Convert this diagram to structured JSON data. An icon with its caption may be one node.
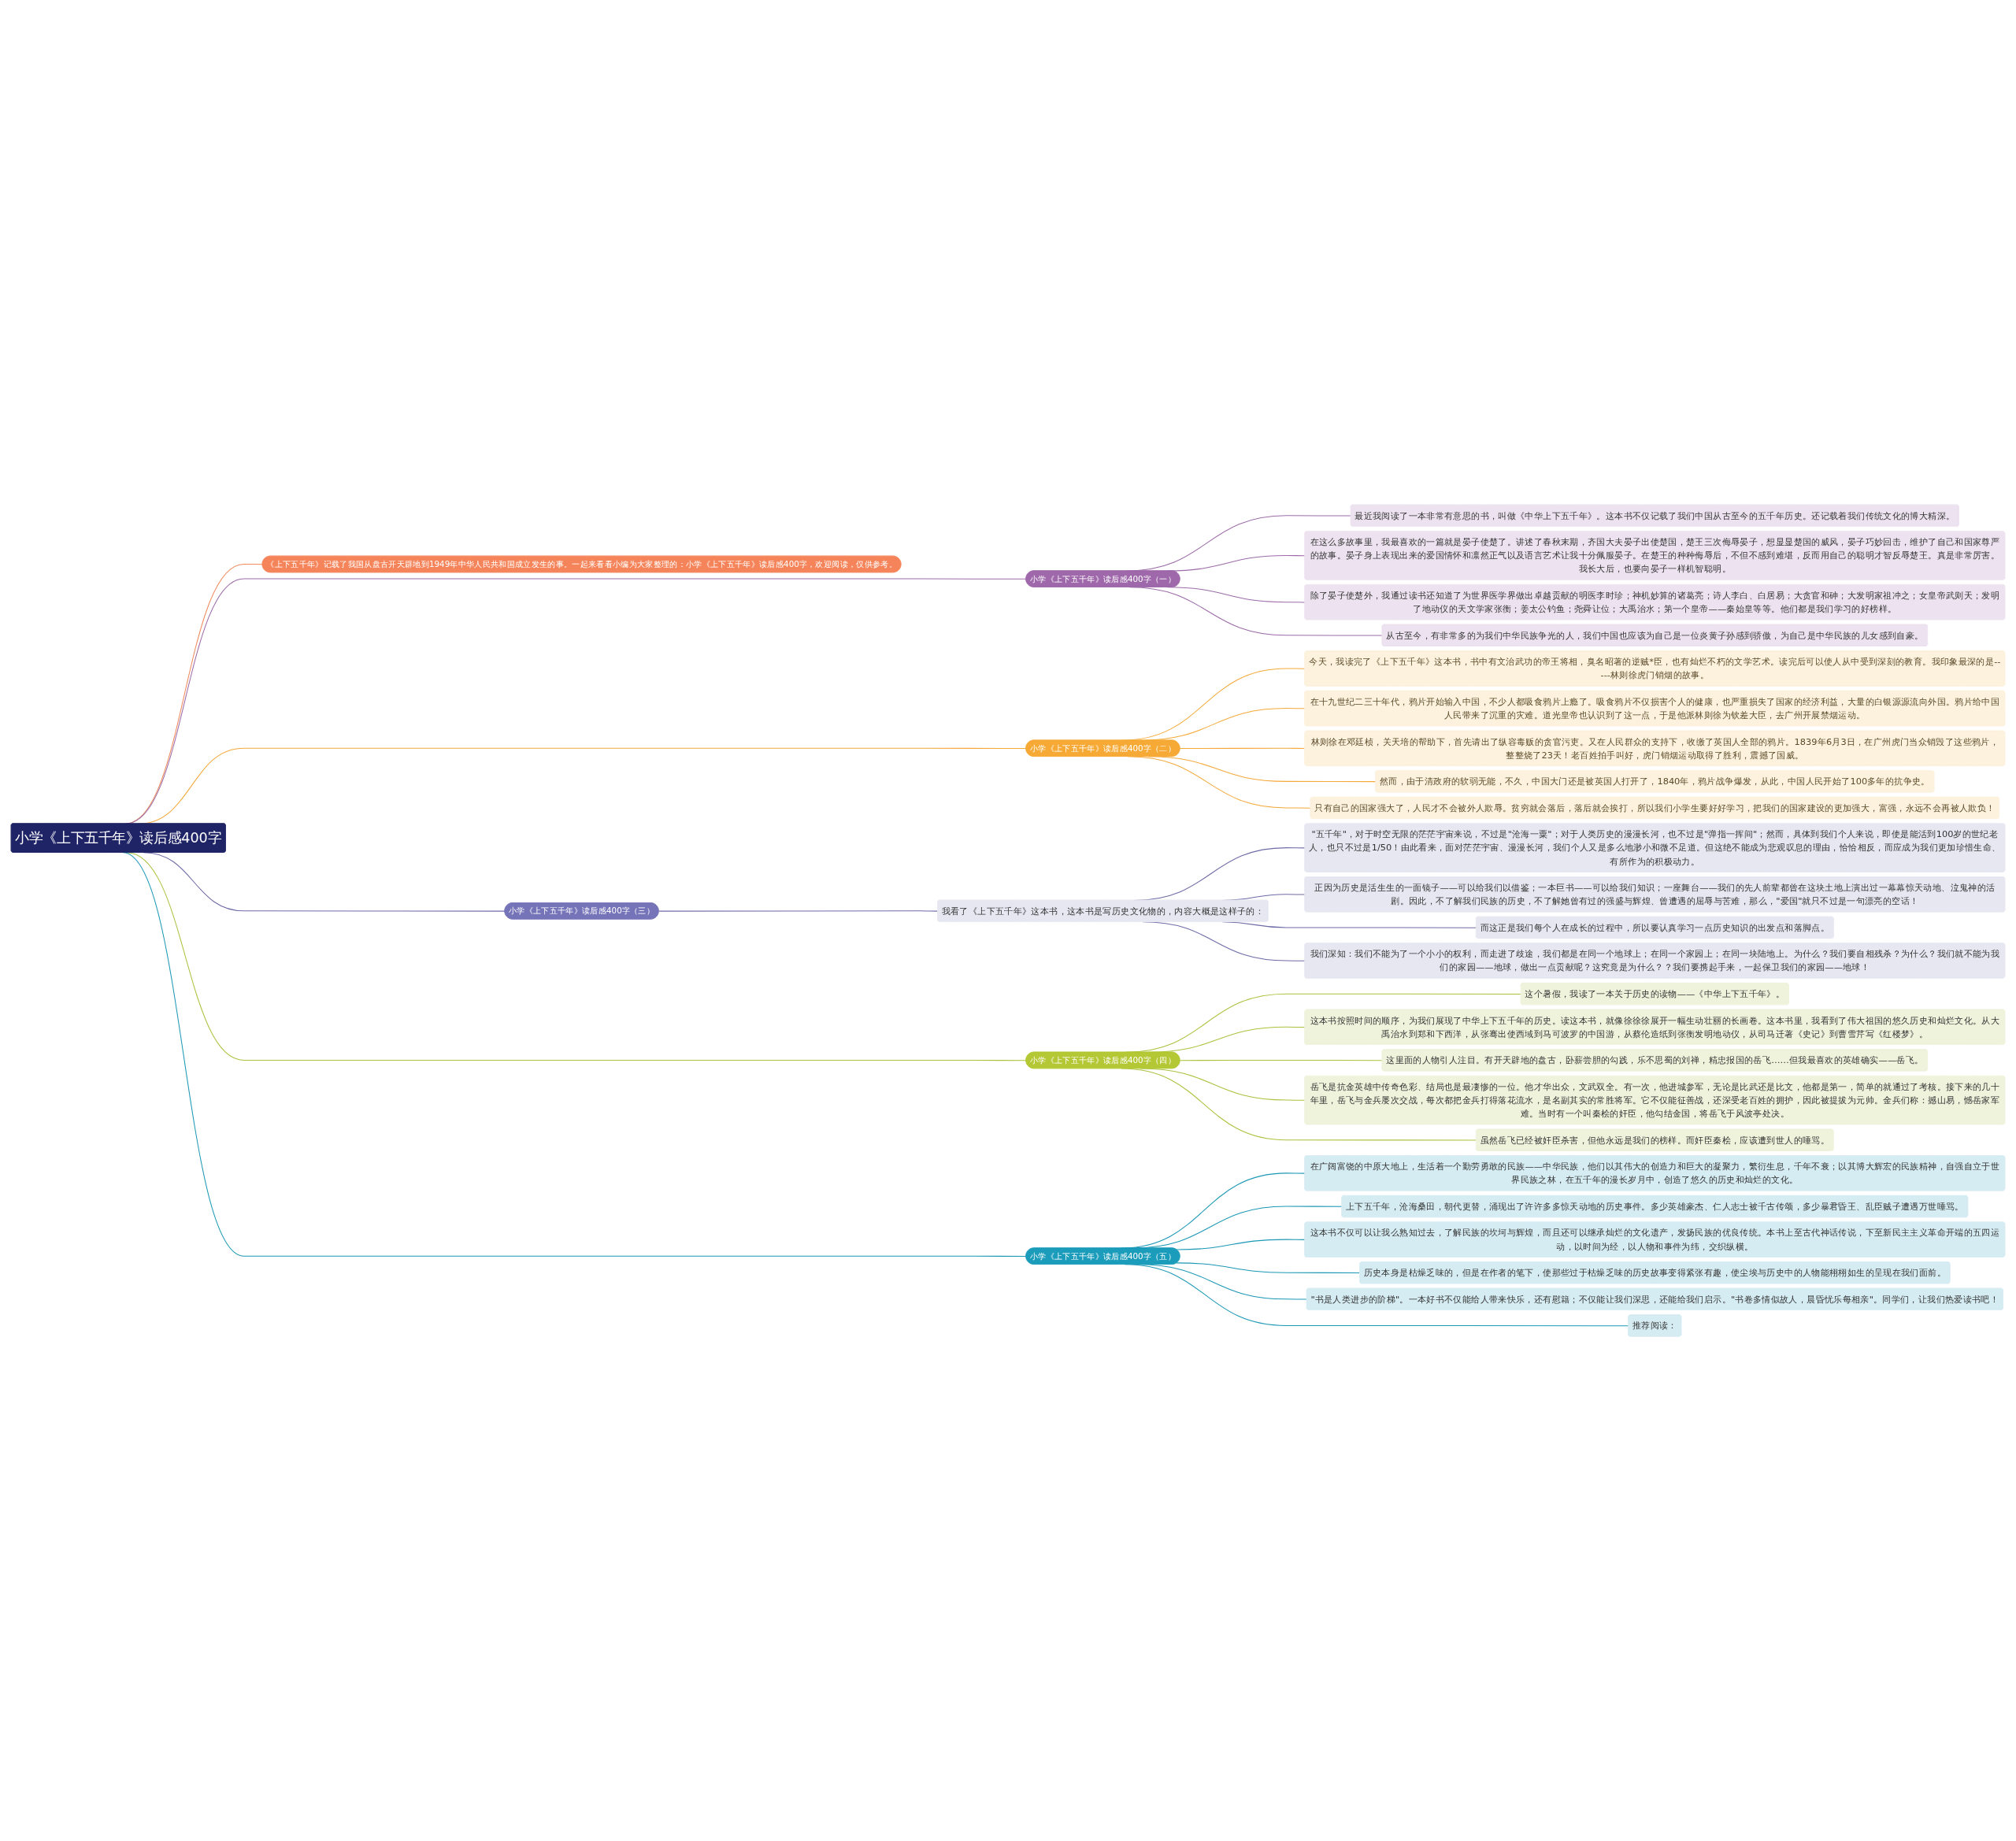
{
  "diagram": {
    "nodes": [
      {
        "text": [
          "小学《上下五千年》读后感400字"
        ]
      },
      {
        "text": [
          "《上下五千年》记载了我国从盘古开天辟地到1949年中华人民共和国成立发生的事。一起来看看小编为大家整理的：小学《上下五千年》读后感400字，欢迎阅读，仅供参考。"
        ]
      },
      {
        "text": [
          "小学《上下五千年》读后感400字（一）"
        ]
      },
      {
        "text": [
          "最近我阅读了一本非常有意思的书，叫做《中华上下五千年》。这本书不仅记载了我们中国从古至今的五千年历史。还记载着我们传统文化的博大精深。"
        ]
      },
      {
        "text": [
          "在这么多故事里，我最喜欢的一篇就是晏子使楚了。讲述了春秋末期，齐国大夫晏子出使楚国，楚王三次侮辱晏子，想显显楚国的威风，晏子巧妙回击，维护了自己和国家尊严的故事。晏子身上表现出来的爱国情怀和凛然正气以及语言艺术让我十分佩服晏子。在楚王的种种侮辱后，不但不感到难堪，反而用自己的聪明才智反辱楚王。真是非常厉害。我长大后，也要向晏子一样机智聪明。"
        ]
      },
      {
        "text": [
          "除了晏子使楚外，我通过读书还知道了为世界医学界做出卓越贡献的明医李时珍；神机妙算的诸葛亮；诗人李白、白居易；大贪官和砷；大发明家祖冲之；女皇帝武则天；发明了地动仪的天文学家张衡；姜太公钓鱼；尧舜让位；大禹治水；第一个皇帝——秦始皇等等。他们都是我们学习的好榜样。"
        ]
      },
      {
        "text": [
          "从古至今，有非常多的为我们中华民族争光的人，我们中国也应该为自己是一位炎黄子孙感到骄傲，为自己是中华民族的儿女感到自豪。"
        ]
      },
      {
        "text": [
          "小学《上下五千年》读后感400字（二）"
        ]
      },
      {
        "text": [
          "今天，我读完了《上下五千年》这本书，书中有文治武功的帝王将相，臭名昭著的逆贼*臣，也有灿烂不朽的文学艺术。读完后可以使人从中受到深刻的教育。我印象最深的是-----林则徐虎门销烟的故事。"
        ]
      },
      {
        "text": [
          "在十九世纪二三十年代，鸦片开始输入中国，不少人都吸食鸦片上瘾了。吸食鸦片不仅损害个人的健康，也严重损失了国家的经济利益，大量的白银源源流向外国。鸦片给中国人民带来了沉重的灾难。道光皇帝也认识到了这一点，于是他派林则徐为钦差大臣，去广州开展禁烟运动。"
        ]
      },
      {
        "text": [
          "林则徐在邓廷桢，关天培的帮助下，首先请出了纵容毒贩的贪官污吏。又在人民群众的支持下，收缴了英国人全部的鸦片。1839年6月3日，在广州虎门当众销毁了这些鸦片，整整烧了23天！老百姓拍手叫好，虎门销烟运动取得了胜利，震撼了国威。"
        ]
      },
      {
        "text": [
          "然而，由于清政府的软弱无能，不久，中国大门还是被英国人打开了，1840年，鸦片战争爆发，从此，中国人民开始了100多年的抗争史。"
        ]
      },
      {
        "text": [
          "只有自己的国家强大了，人民才不会被外人欺辱。贫穷就会落后，落后就会挨打，所以我们小学生要好好学习，把我们的国家建设的更加强大，富强，永远不会再被人欺负！"
        ]
      },
      {
        "text": [
          "小学《上下五千年》读后感400字（三）"
        ]
      },
      {
        "text": [
          "我看了《上下五千年》这本书，这本书是写历史文化物的，内容大概是这样子的："
        ]
      },
      {
        "text": [
          "\"五千年\"，对于时空无限的茫茫宇宙来说，不过是\"沧海一粟\"；对于人类历史的漫漫长河，也不过是\"弹指一挥间\"；然而，具体到我们个人来说，即使是能活到100岁的世纪老人，也只不过是1/50！由此看来，面对茫茫宇宙、漫漫长河，我们个人又是多么地渺小和微不足道。但这绝不能成为悲观叹息的理由，恰恰相反，而应成为我们更加珍惜生命、有所作为的积极动力。"
        ]
      },
      {
        "text": [
          "正因为历史是活生生的一面镜子——可以给我们以借鉴；一本巨书——可以给我们知识；一座舞台——我们的先人前辈都曾在这块土地上演出过一幕幕惊天动地、泣鬼神的活剧。因此，不了解我们民族的历史，不了解她曾有过的强盛与辉煌、曾遭遇的屈辱与苦难，那么，\"爱国\"就只不过是一句漂亮的空话！"
        ]
      },
      {
        "text": [
          "而这正是我们每个人在成长的过程中，所以要认真学习一点历史知识的出发点和落脚点。"
        ]
      },
      {
        "text": [
          "我们深知：我们不能为了一个小小的权利，而走进了歧途，我们都是在同一个地球上；在同一个家园上；在同一块陆地上。为什么？我们要自相残杀？为什么？我们就不能为我们的家园——地球，做出一点贡献呢？这究竟是为什么？？我们要携起手来，一起保卫我们的家园——地球！"
        ]
      },
      {
        "text": [
          "小学《上下五千年》读后感400字（四）"
        ]
      },
      {
        "text": [
          "这个暑假，我读了一本关于历史的读物——《中华上下五千年》。"
        ]
      },
      {
        "text": [
          "这本书按照时间的顺序，为我们展现了中华上下五千年的历史。读这本书，就像徐徐徐展开一幅生动壮丽的长画卷。这本书里，我看到了伟大祖国的悠久历史和灿烂文化。从大禹治水到郑和下西洋，从张骞出使西域到马可波罗的中国游，从蔡伦造纸到张衡发明地动仪，从司马迁著《史记》到曹雪芹写《红楼梦》。"
        ]
      },
      {
        "text": [
          "这里面的人物引人注目。有开天辟地的盘古，卧薪尝胆的勾践，乐不思蜀的刘禅，精忠报国的岳飞……但我最喜欢的英雄确实——岳飞。"
        ]
      },
      {
        "text": [
          "岳飞是抗金英雄中传奇色彩、结局也是最凄惨的一位。他才华出众，文武双全。有一次，他进城参军，无论是比武还是比文，他都是第一，简单的就通过了考核。接下来的几十年里，岳飞与金兵屡次交战，每次都把金兵打得落花流水，是名副其实的常胜将军。它不仅能征善战，还深受老百姓的拥护，因此被提拔为元帅。金兵们称：撼山易，憾岳家军难。当时有一个叫秦桧的奸臣，他勾结金国，将岳飞于风波亭处决。"
        ]
      },
      {
        "text": [
          "虽然岳飞已经被奸臣杀害，但他永远是我们的榜样。而奸臣秦桧，应该遭到世人的唾骂。"
        ]
      },
      {
        "text": [
          "小学《上下五千年》读后感400字（五）"
        ]
      },
      {
        "text": [
          "在广阔富饶的中原大地上，生活着一个勤劳勇敢的民族——中华民族，他们以其伟大的创造力和巨大的凝聚力，繁衍生息，千年不衰；以其博大辉宏的民族精神，自强自立于世界民族之林，在五千年的漫长岁月中，创造了悠久的历史和灿烂的文化。"
        ]
      },
      {
        "text": [
          "上下五千年，沧海桑田，朝代更替，涌现出了许许多多惊天动地的历史事件。多少英雄豪杰、仁人志士被千古传颂，多少暴君昏王、乱臣贼子遭遇万世唾骂。"
        ]
      },
      {
        "text": [
          "这本书不仅可以让我么熟知过去，了解民族的坎坷与辉煌，而且还可以继承灿烂的文化遗产，发扬民族的优良传统。本书上至古代神话传说，下至新民主主义革命开端的五四运动，以时间为经，以人物和事件为纬，交织纵横。"
        ]
      },
      {
        "text": [
          "历史本身是枯燥乏味的，但是在作者的笔下，使那些过于枯燥乏味的历史故事变得紧张有趣，使尘埃与历史中的人物能栩栩如生的呈现在我们面前。"
        ]
      },
      {
        "text": [
          "\"书是人类进步的阶梯\"。一本好书不仅能给人带来快乐，还有慰籍；不仅能让我们深思，还能给我们启示。\"书卷多情似故人，晨昏忧乐每相亲\"。同学们，让我们热爱读书吧！"
        ]
      },
      {
        "text": [
          "推荐阅读："
        ]
      }
    ],
    "edges": [
      {
        "from": 0,
        "to": 1,
        "arrow": "none",
        "color": "#f08a5d"
      },
      {
        "from": 0,
        "to": 2,
        "arrow": "none",
        "color": "#9c6ba8"
      },
      {
        "from": 2,
        "to": 3,
        "arrow": "none",
        "color": "#9c6ba8"
      },
      {
        "from": 2,
        "to": 4,
        "arrow": "none",
        "color": "#9c6ba8"
      },
      {
        "from": 2,
        "to": 5,
        "arrow": "none",
        "color": "#9c6ba8"
      },
      {
        "from": 2,
        "to": 6,
        "arrow": "none",
        "color": "#9c6ba8"
      },
      {
        "from": 0,
        "to": 7,
        "arrow": "none",
        "color": "#f4a93a"
      },
      {
        "from": 7,
        "to": 8,
        "arrow": "none",
        "color": "#f4a93a"
      },
      {
        "from": 7,
        "to": 9,
        "arrow": "none",
        "color": "#f4a93a"
      },
      {
        "from": 7,
        "to": 10,
        "arrow": "none",
        "color": "#f4a93a"
      },
      {
        "from": 7,
        "to": 11,
        "arrow": "none",
        "color": "#f4a93a"
      },
      {
        "from": 7,
        "to": 12,
        "arrow": "none",
        "color": "#f4a93a"
      },
      {
        "from": 0,
        "to": 13,
        "arrow": "none",
        "color": "#6e6aa6"
      },
      {
        "from": 13,
        "to": 14,
        "arrow": "none",
        "color": "#6e6aa6"
      },
      {
        "from": 14,
        "to": 15,
        "arrow": "none",
        "color": "#6e6aa6"
      },
      {
        "from": 14,
        "to": 16,
        "arrow": "none",
        "color": "#6e6aa6"
      },
      {
        "from": 14,
        "to": 17,
        "arrow": "none",
        "color": "#6e6aa6"
      },
      {
        "from": 14,
        "to": 18,
        "arrow": "none",
        "color": "#6e6aa6"
      },
      {
        "from": 0,
        "to": 19,
        "arrow": "none",
        "color": "#a9c23c"
      },
      {
        "from": 19,
        "to": 20,
        "arrow": "none",
        "color": "#a9c23c"
      },
      {
        "from": 19,
        "to": 21,
        "arrow": "none",
        "color": "#a9c23c"
      },
      {
        "from": 19,
        "to": 22,
        "arrow": "none",
        "color": "#a9c23c"
      },
      {
        "from": 19,
        "to": 23,
        "arrow": "none",
        "color": "#a9c23c"
      },
      {
        "from": 19,
        "to": 24,
        "arrow": "none",
        "color": "#a9c23c"
      },
      {
        "from": 0,
        "to": 25,
        "arrow": "none",
        "color": "#1b98b5"
      },
      {
        "from": 25,
        "to": 26,
        "arrow": "none",
        "color": "#1b98b5"
      },
      {
        "from": 25,
        "to": 27,
        "arrow": "none",
        "color": "#1b98b5"
      },
      {
        "from": 25,
        "to": 28,
        "arrow": "none",
        "color": "#1b98b5"
      },
      {
        "from": 25,
        "to": 29,
        "arrow": "none",
        "color": "#1b98b5"
      },
      {
        "from": 25,
        "to": 30,
        "arrow": "none",
        "color": "#1b98b5"
      },
      {
        "from": 25,
        "to": 31,
        "arrow": "none",
        "color": "#1b98b5"
      }
    ]
  }
}
